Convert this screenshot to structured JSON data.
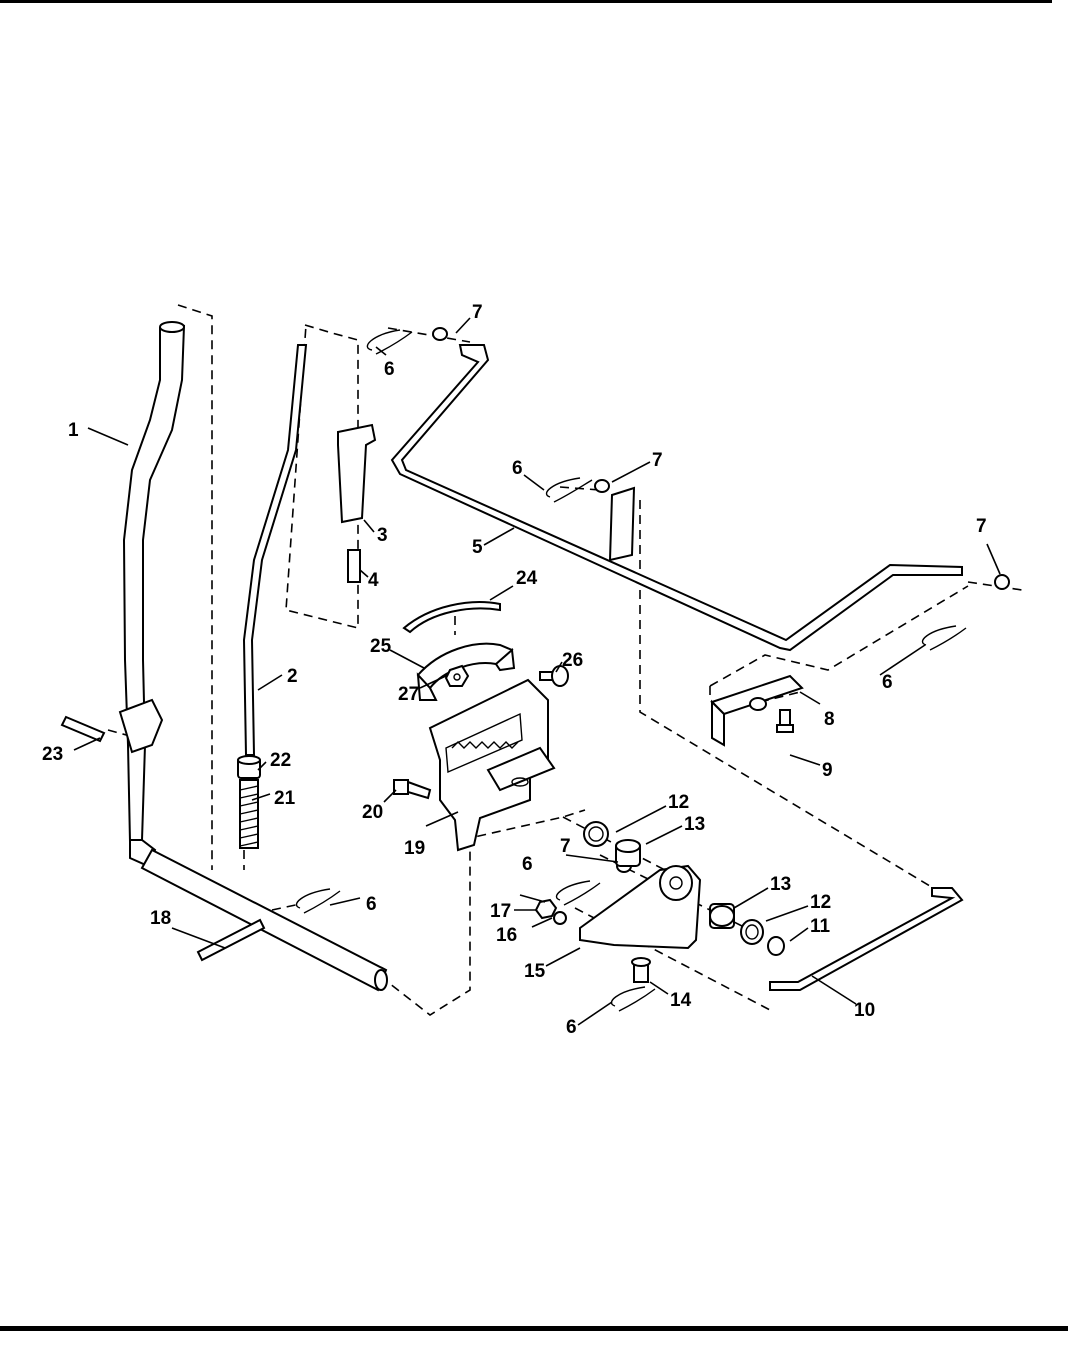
{
  "diagram": {
    "callouts": [
      "1",
      "2",
      "3",
      "4",
      "5",
      "6",
      "6",
      "6",
      "6",
      "6",
      "6",
      "7",
      "7",
      "7",
      "7",
      "8",
      "9",
      "10",
      "11",
      "12",
      "12",
      "13",
      "13",
      "14",
      "15",
      "16",
      "17",
      "18",
      "19",
      "20",
      "21",
      "22",
      "23",
      "24",
      "25",
      "26",
      "27"
    ]
  }
}
